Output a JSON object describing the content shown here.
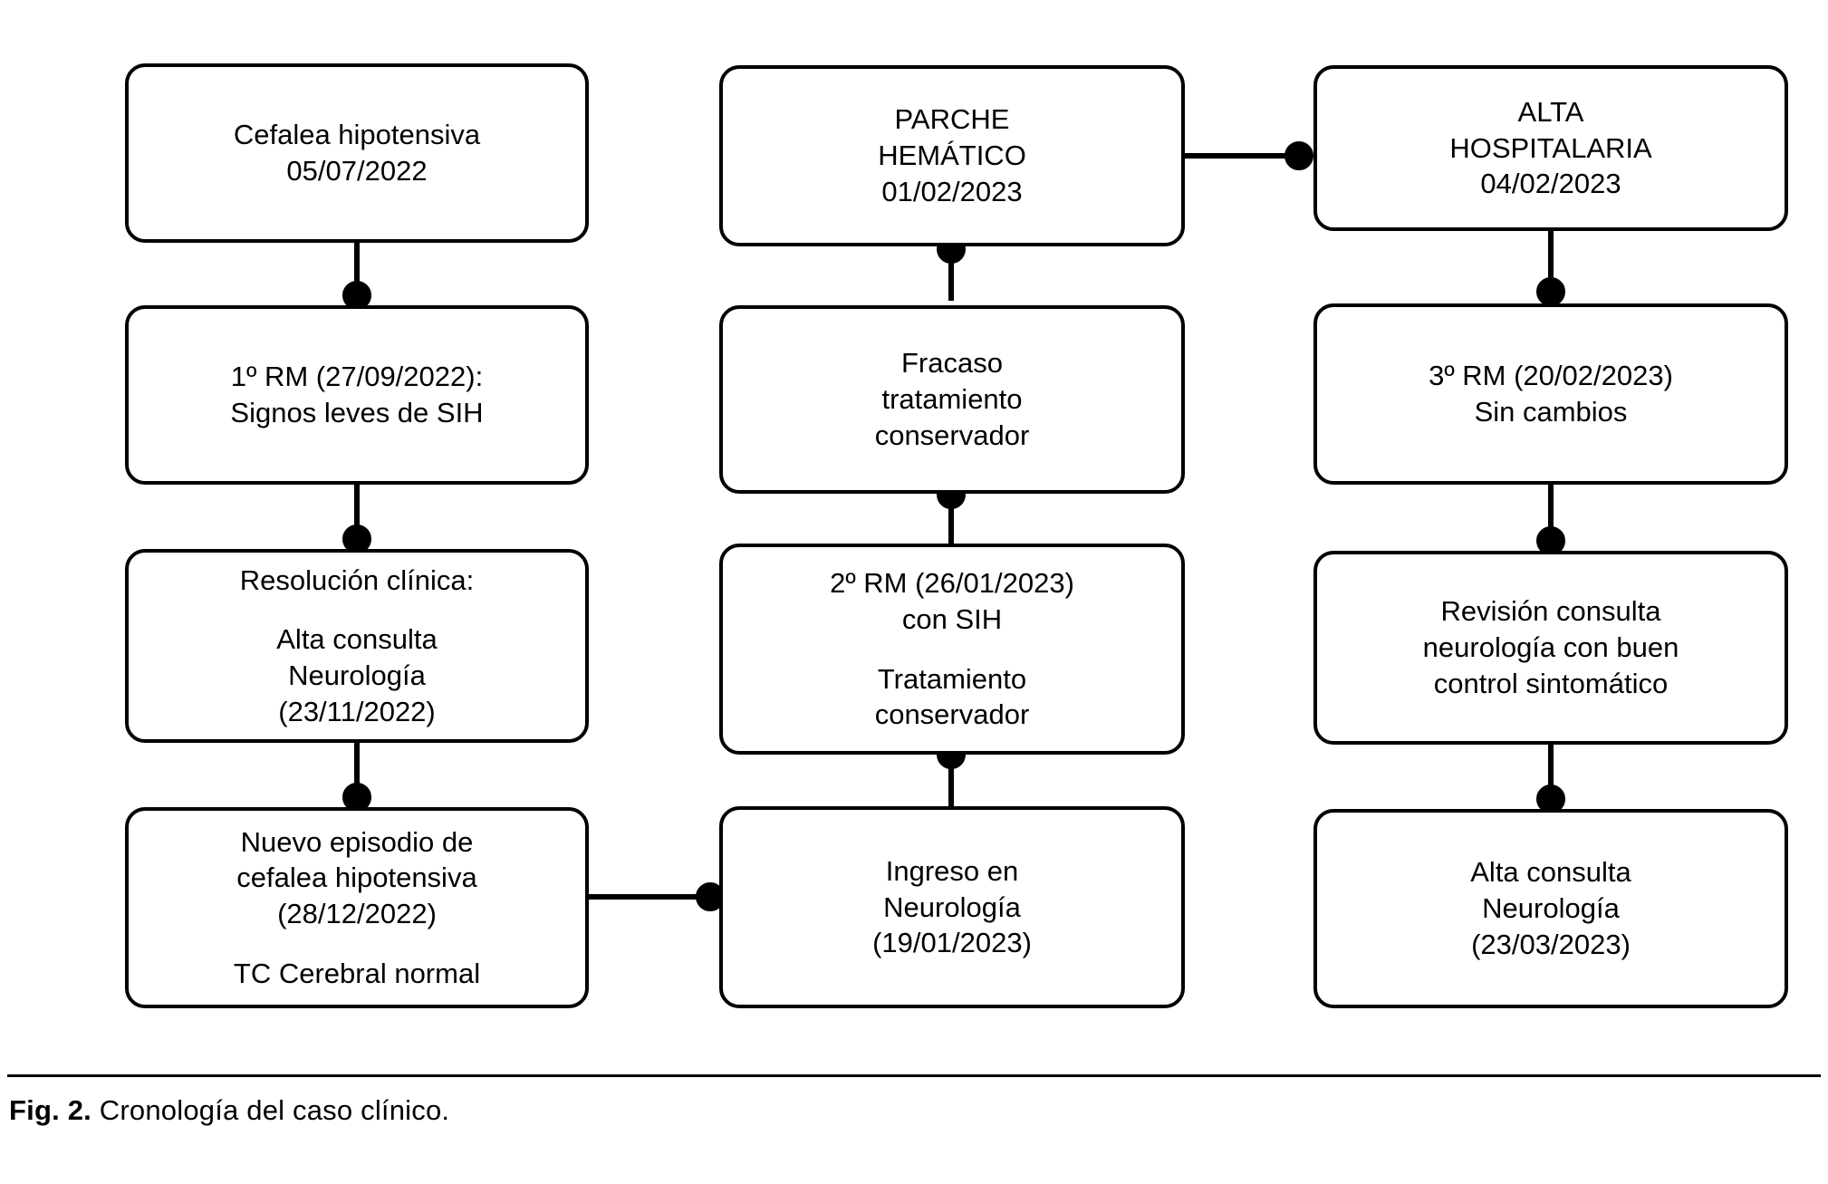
{
  "figure": {
    "caption_label": "Fig. 2.",
    "caption_text": "Cronología del caso clínico.",
    "line_color": "#000000",
    "background_color": "#ffffff"
  },
  "chart_data": {
    "type": "diagram",
    "diagram_kind": "flowchart-timeline",
    "title": "Cronología del caso clínico",
    "columns": 3,
    "edge_style": "solid line with filled circle endpoint",
    "nodes": [
      {
        "id": "n1",
        "column": 1,
        "row": 1,
        "lines": [
          "Cefalea hipotensiva",
          "05/07/2022"
        ]
      },
      {
        "id": "n2",
        "column": 1,
        "row": 2,
        "lines": [
          "1º RM (27/09/2022):",
          "Signos leves de SIH"
        ]
      },
      {
        "id": "n3",
        "column": 1,
        "row": 3,
        "lines": [
          "Resolución clínica:",
          "Alta consulta",
          "Neurología",
          "(23/11/2022)"
        ],
        "gap_after_line": 1
      },
      {
        "id": "n4",
        "column": 1,
        "row": 4,
        "lines": [
          "Nuevo episodio de",
          "cefalea hipotensiva",
          "(28/12/2022)",
          "TC Cerebral normal"
        ],
        "gap_after_line": 3
      },
      {
        "id": "n5",
        "column": 2,
        "row": 1,
        "lines": [
          "PARCHE",
          "HEMÁTICO",
          "01/02/2023"
        ]
      },
      {
        "id": "n6",
        "column": 2,
        "row": 2,
        "lines": [
          "Fracaso",
          "tratamiento",
          "conservador"
        ]
      },
      {
        "id": "n7",
        "column": 2,
        "row": 3,
        "lines": [
          "2º RM (26/01/2023)",
          "con SIH",
          "Tratamiento",
          "conservador"
        ],
        "gap_after_line": 2
      },
      {
        "id": "n8",
        "column": 2,
        "row": 4,
        "lines": [
          "Ingreso en",
          "Neurología",
          "(19/01/2023)"
        ]
      },
      {
        "id": "n9",
        "column": 3,
        "row": 1,
        "lines": [
          "ALTA",
          "HOSPITALARIA",
          "04/02/2023"
        ]
      },
      {
        "id": "n10",
        "column": 3,
        "row": 2,
        "lines": [
          "3º RM (20/02/2023)",
          "Sin cambios"
        ]
      },
      {
        "id": "n11",
        "column": 3,
        "row": 3,
        "lines": [
          "Revisión consulta",
          "neurología con buen",
          "control sintomático"
        ]
      },
      {
        "id": "n12",
        "column": 3,
        "row": 4,
        "lines": [
          "Alta consulta",
          "Neurología",
          "(23/03/2023)"
        ]
      }
    ],
    "edges": [
      {
        "from": "n1",
        "to": "n2",
        "direction": "down"
      },
      {
        "from": "n2",
        "to": "n3",
        "direction": "down"
      },
      {
        "from": "n3",
        "to": "n4",
        "direction": "down"
      },
      {
        "from": "n4",
        "to": "n8",
        "direction": "right"
      },
      {
        "from": "n8",
        "to": "n7",
        "direction": "up"
      },
      {
        "from": "n7",
        "to": "n6",
        "direction": "up"
      },
      {
        "from": "n6",
        "to": "n5",
        "direction": "up"
      },
      {
        "from": "n5",
        "to": "n9",
        "direction": "right"
      },
      {
        "from": "n9",
        "to": "n10",
        "direction": "down"
      },
      {
        "from": "n10",
        "to": "n11",
        "direction": "down"
      },
      {
        "from": "n11",
        "to": "n12",
        "direction": "down"
      }
    ]
  }
}
